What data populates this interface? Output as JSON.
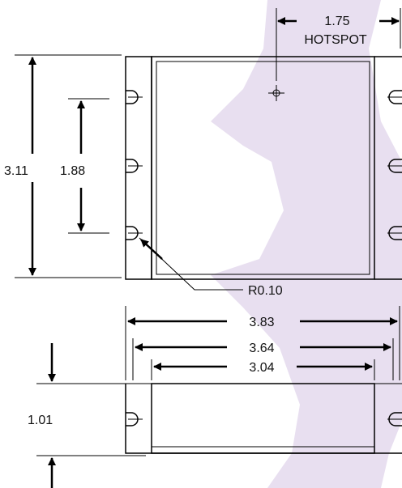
{
  "dimensions": {
    "hotspot_offset": "1.75",
    "hotspot_label": "HOTSPOT",
    "height": "3.11",
    "hole_spacing": "1.88",
    "radius": "R0.10",
    "width_outer": "3.83",
    "width_mid": "3.64",
    "width_inner": "3.04",
    "side_height": "1.01"
  },
  "colors": {
    "background_silhouette": "#e8dff0",
    "line": "#000000",
    "background": "#ffffff"
  },
  "icons": {
    "hotspot_marker": "crosshair-icon"
  }
}
